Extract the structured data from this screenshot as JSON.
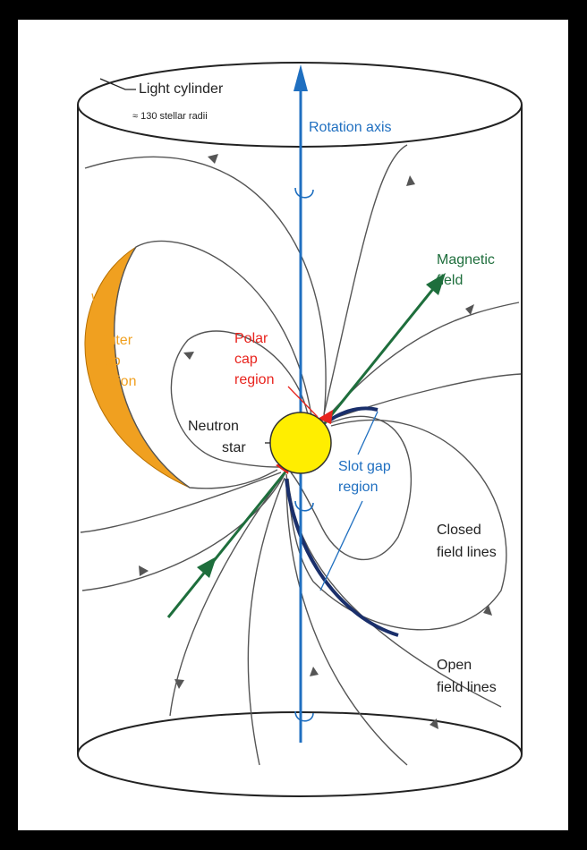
{
  "labels": {
    "light_cylinder": "Light cylinder",
    "cylinder_radius": "≈ 130 stellar radii",
    "rotation_axis": "Rotation axis",
    "magnetic_field_1": "Magnetic",
    "magnetic_field_2": "field",
    "outer_gap_1": "Outer",
    "outer_gap_2": "gap",
    "outer_gap_3": "region",
    "polar_cap_1": "Polar",
    "polar_cap_2": "cap",
    "polar_cap_3": "region",
    "neutron_star_1": "Neutron",
    "neutron_star_2": "star",
    "slot_gap_1": "Slot gap",
    "slot_gap_2": "region",
    "closed_field_1": "Closed",
    "closed_field_2": "field lines",
    "open_field_1": "Open",
    "open_field_2": "field lines"
  },
  "colors": {
    "background": "#000000",
    "panel": "#ffffff",
    "rotation_axis": "#1f6fc0",
    "magnetic_field": "#1e6e3c",
    "outer_gap": "#f0a020",
    "polar_cap": "#e8241e",
    "slot_gap": "#1a2f6b",
    "neutron_star": "#ffee00",
    "field_line": "#555555"
  }
}
